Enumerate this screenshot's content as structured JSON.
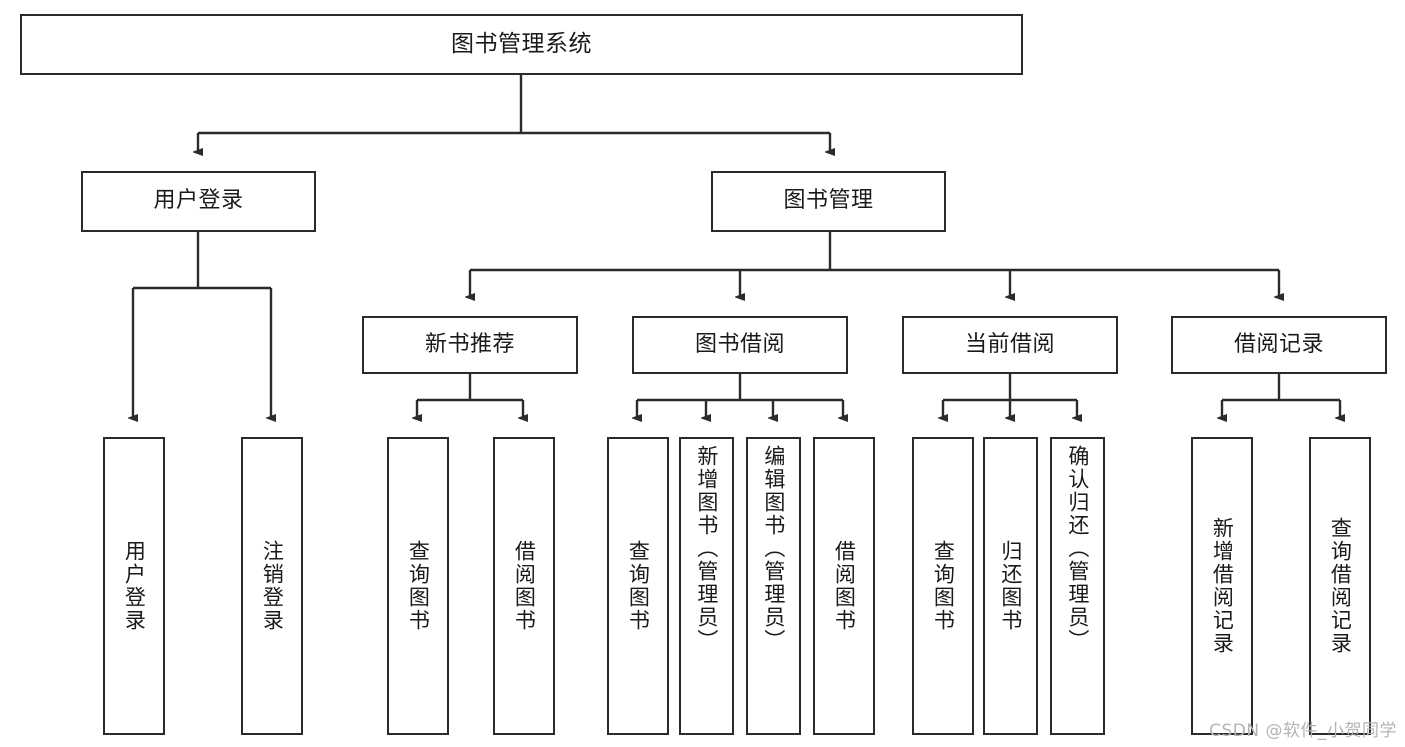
{
  "diagram": {
    "title": "图书管理系统",
    "type": "tree-hierarchy-chart",
    "watermark": "CSDN @软件_小贺同学",
    "line_color": "#2b2b2b",
    "box_fill": "#ffffff",
    "text_color": "#1a1a1a",
    "watermark_color": "#b4b4b4"
  },
  "nodes": {
    "root": {
      "label": "图书管理系统"
    },
    "level2": [
      {
        "label": "用户登录"
      },
      {
        "label": "图书管理"
      }
    ],
    "level3": [
      {
        "label": "新书推荐"
      },
      {
        "label": "图书借阅"
      },
      {
        "label": "当前借阅"
      },
      {
        "label": "借阅记录"
      }
    ],
    "leaves": {
      "user_login": [
        {
          "label": "用户登录"
        },
        {
          "label": "注销登录"
        }
      ],
      "new_book_recommend": [
        {
          "label": "查询图书"
        },
        {
          "label": "借阅图书"
        }
      ],
      "book_borrow": [
        {
          "label": "查询图书"
        },
        {
          "label": "新增图书（管理员）"
        },
        {
          "label": "编辑图书（管理员）"
        },
        {
          "label": "借阅图书"
        }
      ],
      "current_borrow": [
        {
          "label": "查询图书"
        },
        {
          "label": "归还图书"
        },
        {
          "label": "确认归还（管理员）"
        }
      ],
      "borrow_record": [
        {
          "label": "新增借阅记录"
        },
        {
          "label": "查询借阅记录"
        }
      ]
    }
  }
}
